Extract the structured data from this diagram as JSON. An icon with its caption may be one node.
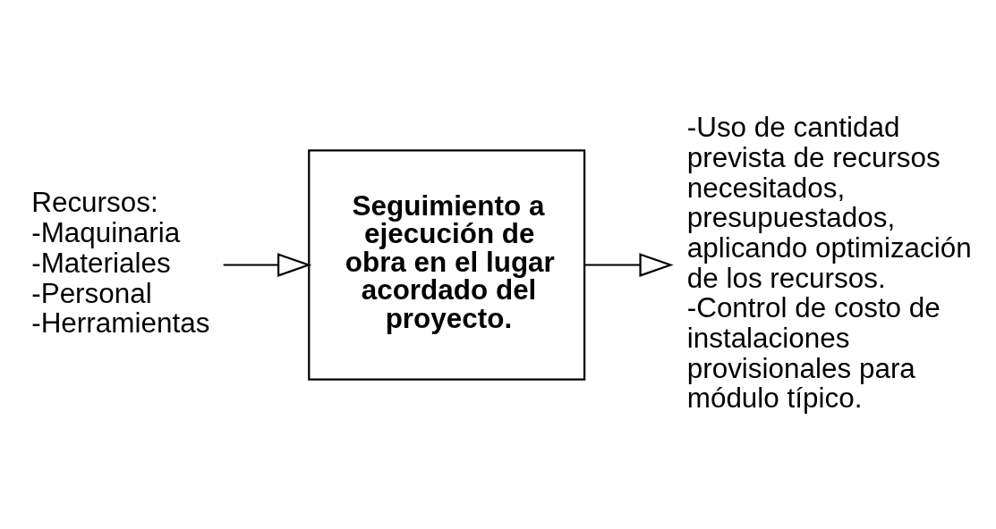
{
  "diagram": {
    "nodes": [
      {
        "text": [
          "Recursos:",
          "-Maquinaria",
          "-Materiales",
          "-Personal",
          "-Herramientas"
        ]
      },
      {
        "text": [
          "Seguimiento a ejecución de obra en el lugar acordado del proyecto."
        ]
      },
      {
        "text": [
          "-Uso de cantidad prevista de recursos necesitados, presupuestados, aplicando optimización de los recursos.",
          "-Control de costo de instalaciones provisionales para módulo típico."
        ]
      }
    ],
    "edges": [
      {
        "from": 0,
        "to": 1,
        "arrow": "to"
      },
      {
        "from": 1,
        "to": 2,
        "arrow": "to"
      }
    ]
  }
}
